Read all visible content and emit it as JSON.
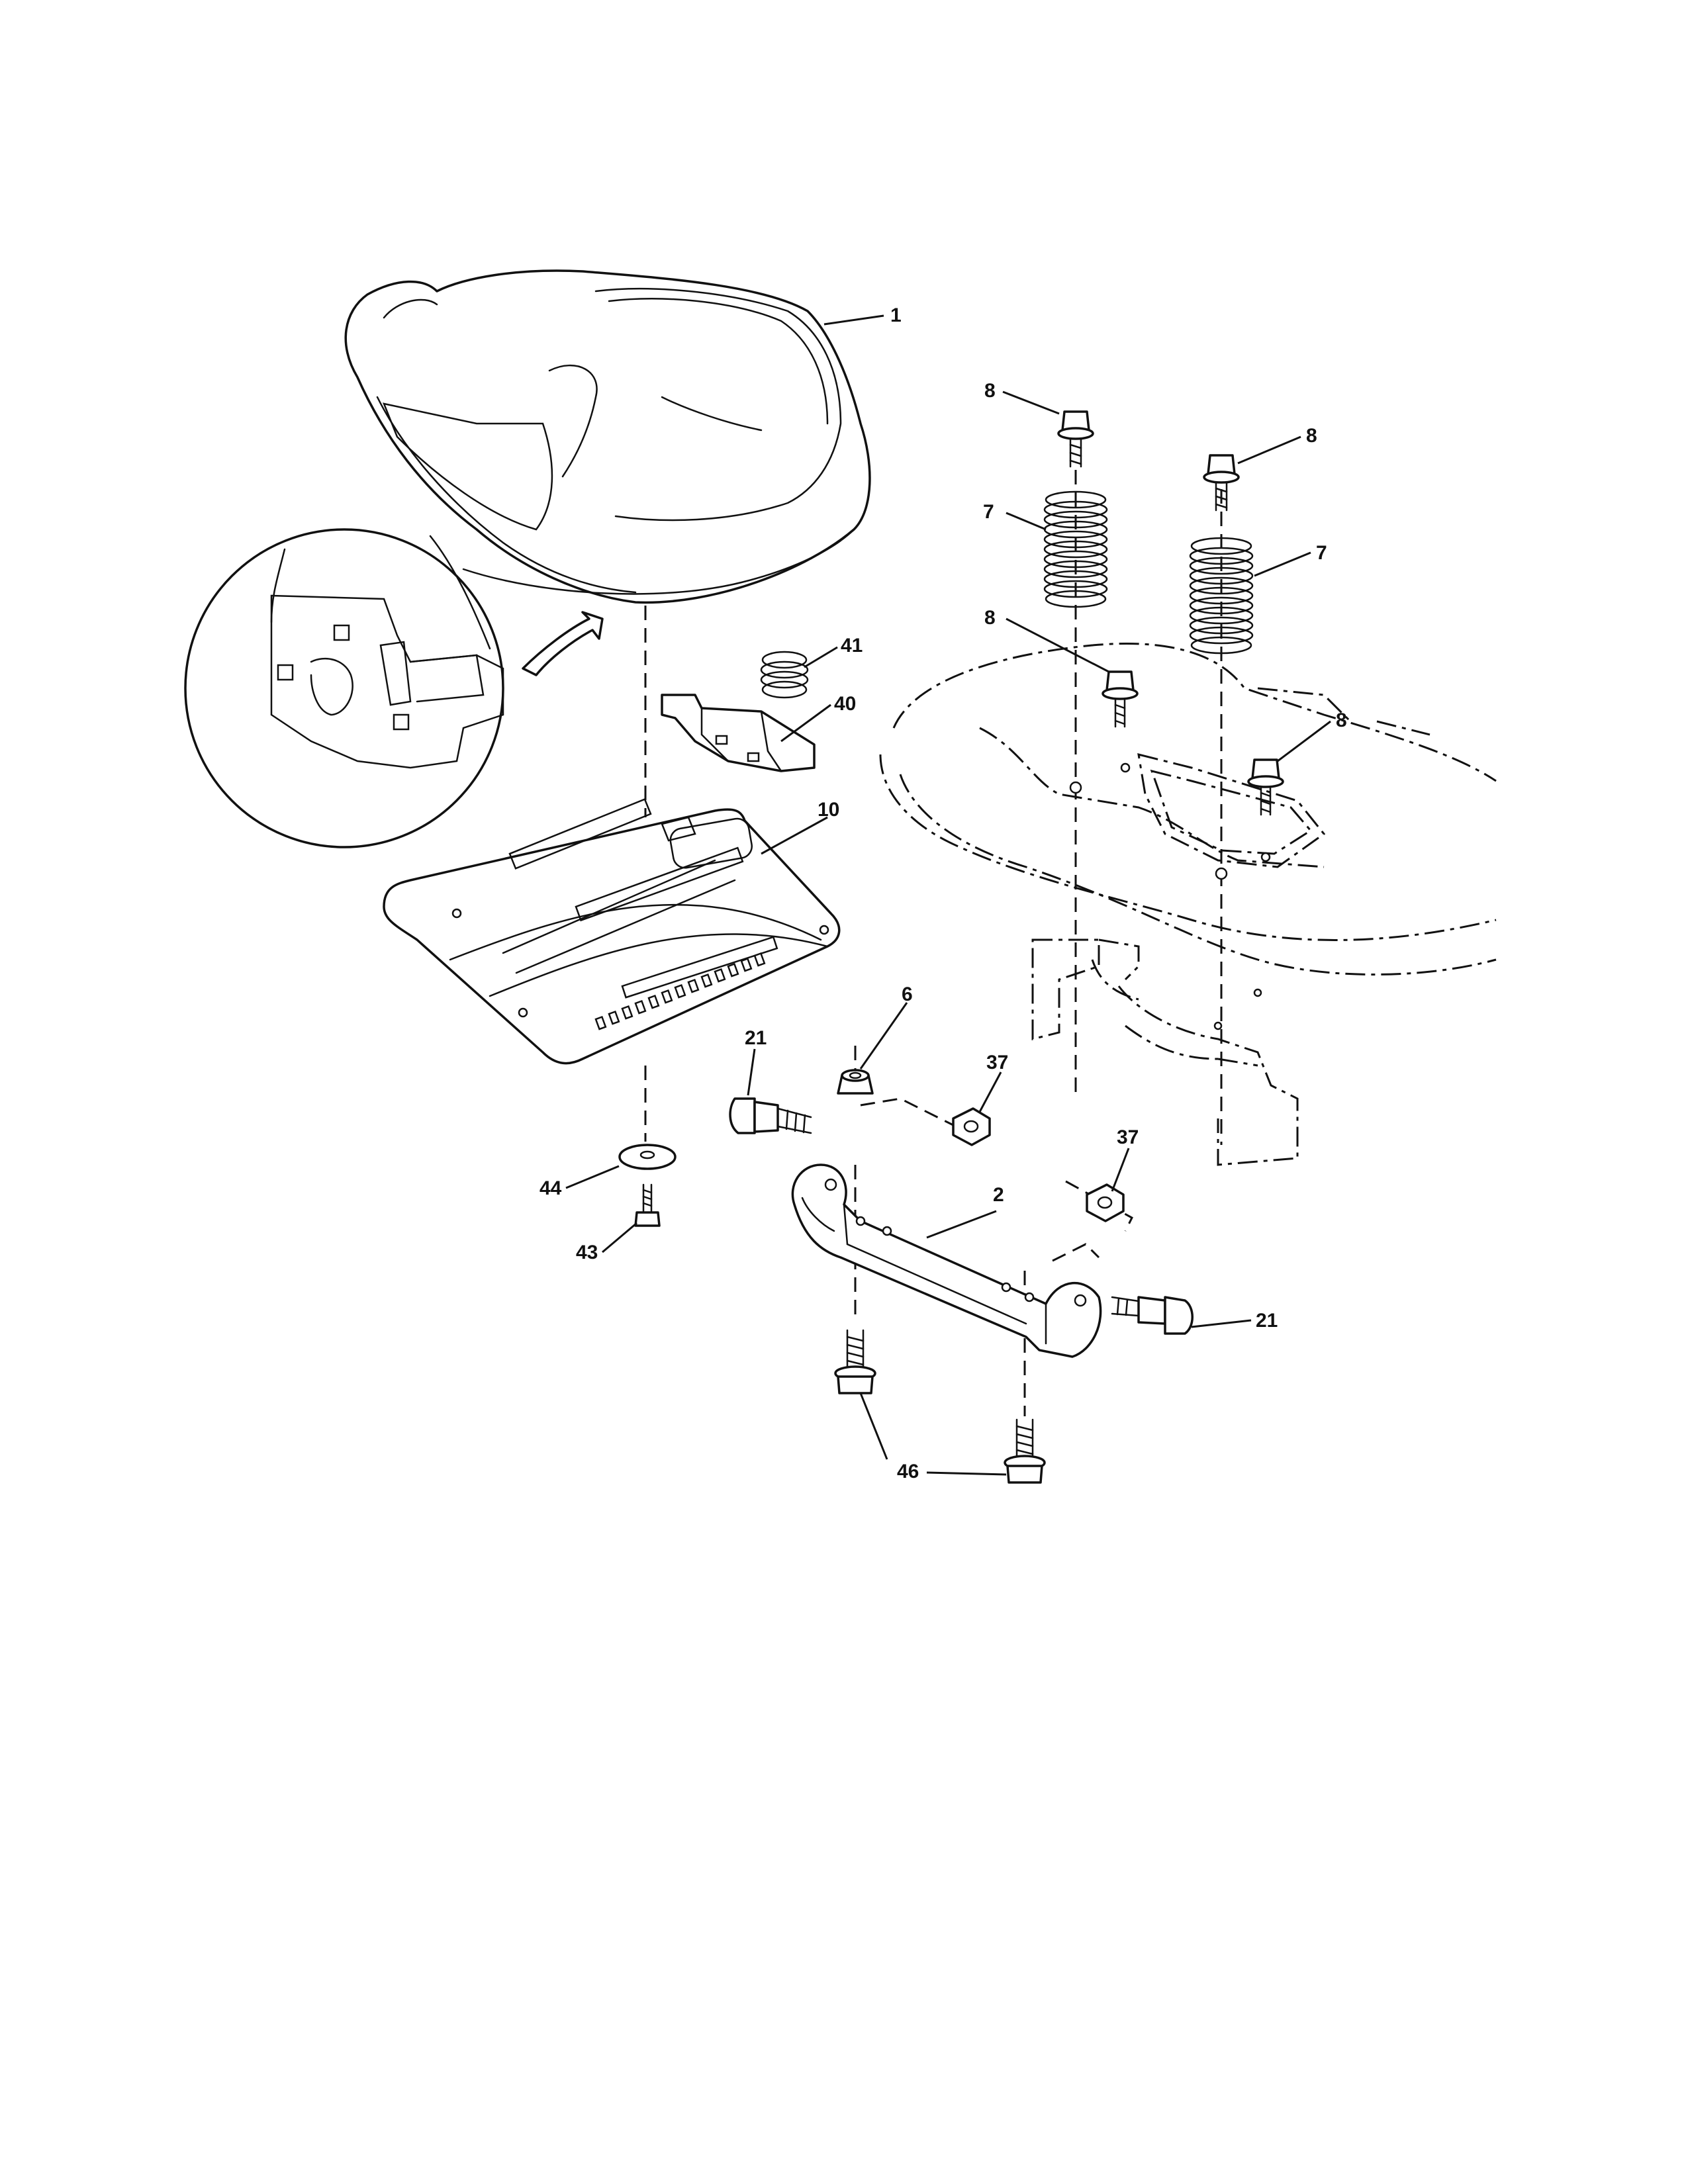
{
  "diagram": {
    "parts": [
      {
        "id": "seat",
        "label": "1"
      },
      {
        "id": "seat-pan",
        "label": "10"
      },
      {
        "id": "seat-bracket",
        "label": "2"
      },
      {
        "id": "nut-6",
        "label": "6"
      },
      {
        "id": "spring-left",
        "label": "7"
      },
      {
        "id": "spring-right",
        "label": "7"
      },
      {
        "id": "bolt-top-left",
        "label": "8"
      },
      {
        "id": "bolt-top-right",
        "label": "8"
      },
      {
        "id": "bolt-mid-left",
        "label": "8"
      },
      {
        "id": "bolt-mid-right",
        "label": "8"
      },
      {
        "id": "shoulder-bolt-left",
        "label": "21"
      },
      {
        "id": "shoulder-bolt-right",
        "label": "21"
      },
      {
        "id": "nut-37-upper",
        "label": "37"
      },
      {
        "id": "nut-37-lower",
        "label": "37"
      },
      {
        "id": "spring-small",
        "label": "41"
      },
      {
        "id": "latch-clip",
        "label": "40"
      },
      {
        "id": "washer",
        "label": "44"
      },
      {
        "id": "screw",
        "label": "43"
      },
      {
        "id": "flange-bolt-left",
        "label": "46"
      },
      {
        "id": "flange-bolt-right",
        "label": "46"
      }
    ]
  }
}
